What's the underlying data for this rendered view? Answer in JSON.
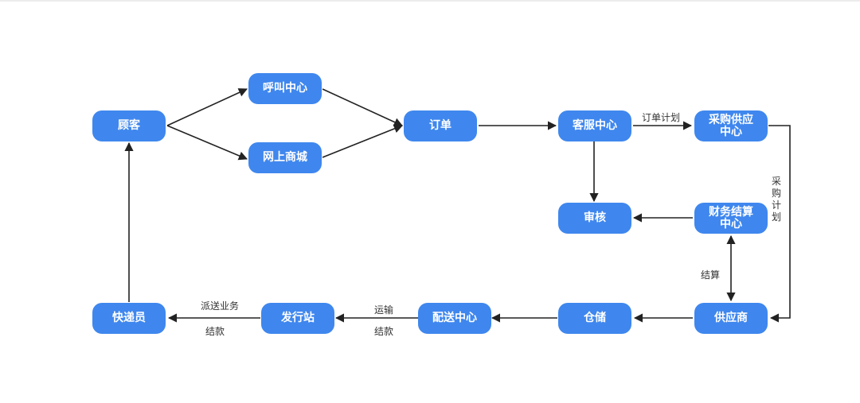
{
  "colors": {
    "node_fill": "#3f87ee",
    "node_text": "#ffffff",
    "edge": "#222222",
    "label_text": "#333333"
  },
  "nodes": {
    "customer": "顾客",
    "call_center": "呼叫中心",
    "online_mall": "网上商城",
    "order": "订单",
    "service_center": "客服中心",
    "procurement_line1": "采购供应",
    "procurement_line2": "中心",
    "audit": "审核",
    "finance_line1": "财务结算",
    "finance_line2": "中心",
    "supplier": "供应商",
    "warehouse": "仓储",
    "distribution": "配送中心",
    "dispatch_station": "发行站",
    "courier": "快递员"
  },
  "edge_labels": {
    "order_plan": "订单计划",
    "purchase_plan": "采购计划",
    "settlement": "结算",
    "transport": "运输",
    "settle_payment_1": "结款",
    "delivery_business": "派送业务",
    "settle_payment_2": "结款"
  }
}
